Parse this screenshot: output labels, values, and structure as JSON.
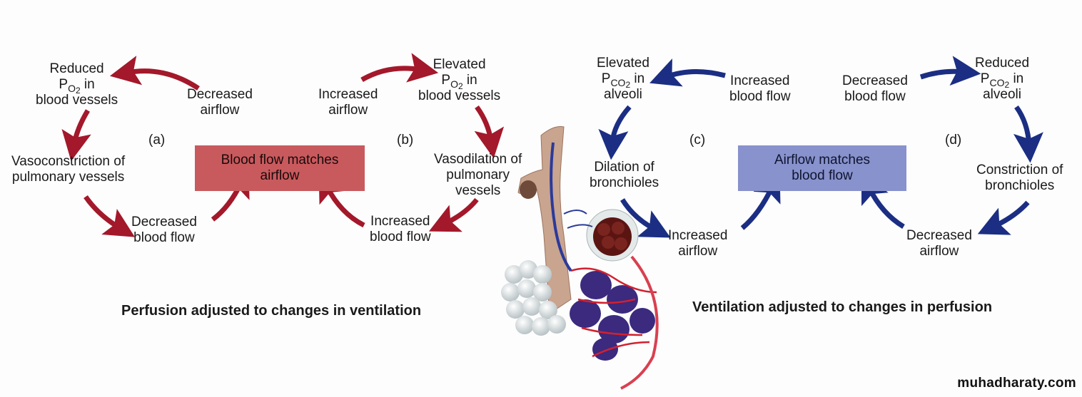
{
  "colors": {
    "red_arrow": "#a3182a",
    "blue_arrow": "#1b2e83",
    "red_box": "#c85a5e",
    "blue_box": "#8892cc"
  },
  "cycle_a": {
    "tag": "(a)",
    "reduced_po2": {
      "line1": "Reduced",
      "p": "P",
      "sub": "O",
      "subsub": "2",
      "rest": " in",
      "line3": "blood vessels"
    },
    "decreased_airflow": {
      "line1": "Decreased",
      "line2": "airflow"
    },
    "vasoconstriction": {
      "line1": "Vasoconstriction of",
      "line2": "pulmonary vessels"
    },
    "decreased_blood_flow": {
      "line1": "Decreased",
      "line2": "blood flow"
    }
  },
  "cycle_b": {
    "tag": "(b)",
    "increased_airflow": {
      "line1": "Increased",
      "line2": "airflow"
    },
    "elevated_po2": {
      "line1": "Elevated",
      "p": "P",
      "sub": "O",
      "subsub": "2",
      "rest": " in",
      "line3": "blood vessels"
    },
    "vasodilation": {
      "line1": "Vasodilation of",
      "line2": "pulmonary",
      "line3": "vessels"
    },
    "increased_blood_flow": {
      "line1": "Increased",
      "line2": "blood flow"
    }
  },
  "box_left": {
    "line1": "Blood flow matches",
    "line2": "airflow"
  },
  "cycle_c": {
    "tag": "(c)",
    "elevated_pco2": {
      "line1": "Elevated",
      "p": "P",
      "sub": "CO",
      "subsub": "2",
      "rest": " in",
      "line3": "alveoli"
    },
    "increased_blood_flow": {
      "line1": "Increased",
      "line2": "blood flow"
    },
    "dilation": {
      "line1": "Dilation of",
      "line2": "bronchioles"
    },
    "increased_airflow": {
      "line1": "Increased",
      "line2": "airflow"
    }
  },
  "cycle_d": {
    "tag": "(d)",
    "decreased_blood_flow": {
      "line1": "Decreased",
      "line2": "blood flow"
    },
    "reduced_pco2": {
      "line1": "Reduced",
      "p": "P",
      "sub": "CO",
      "subsub": "2",
      "rest": " in",
      "line3": "alveoli"
    },
    "constriction": {
      "line1": "Constriction of",
      "line2": "bronchioles"
    },
    "decreased_airflow": {
      "line1": "Decreased",
      "line2": "airflow"
    }
  },
  "box_right": {
    "line1": "Airflow matches",
    "line2": "blood flow"
  },
  "captions": {
    "left": "Perfusion adjusted to changes in ventilation",
    "right": "Ventilation adjusted to changes in perfusion"
  },
  "watermark": "muhadharaty.com"
}
